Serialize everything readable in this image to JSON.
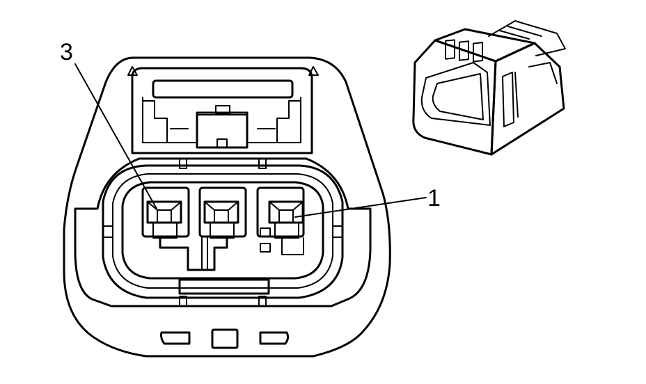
{
  "callouts": {
    "pin_3": "3",
    "pin_1": "1"
  },
  "connector": {
    "cavity_count": 3
  },
  "colors": {
    "line": "#000000",
    "background": "#ffffff"
  }
}
